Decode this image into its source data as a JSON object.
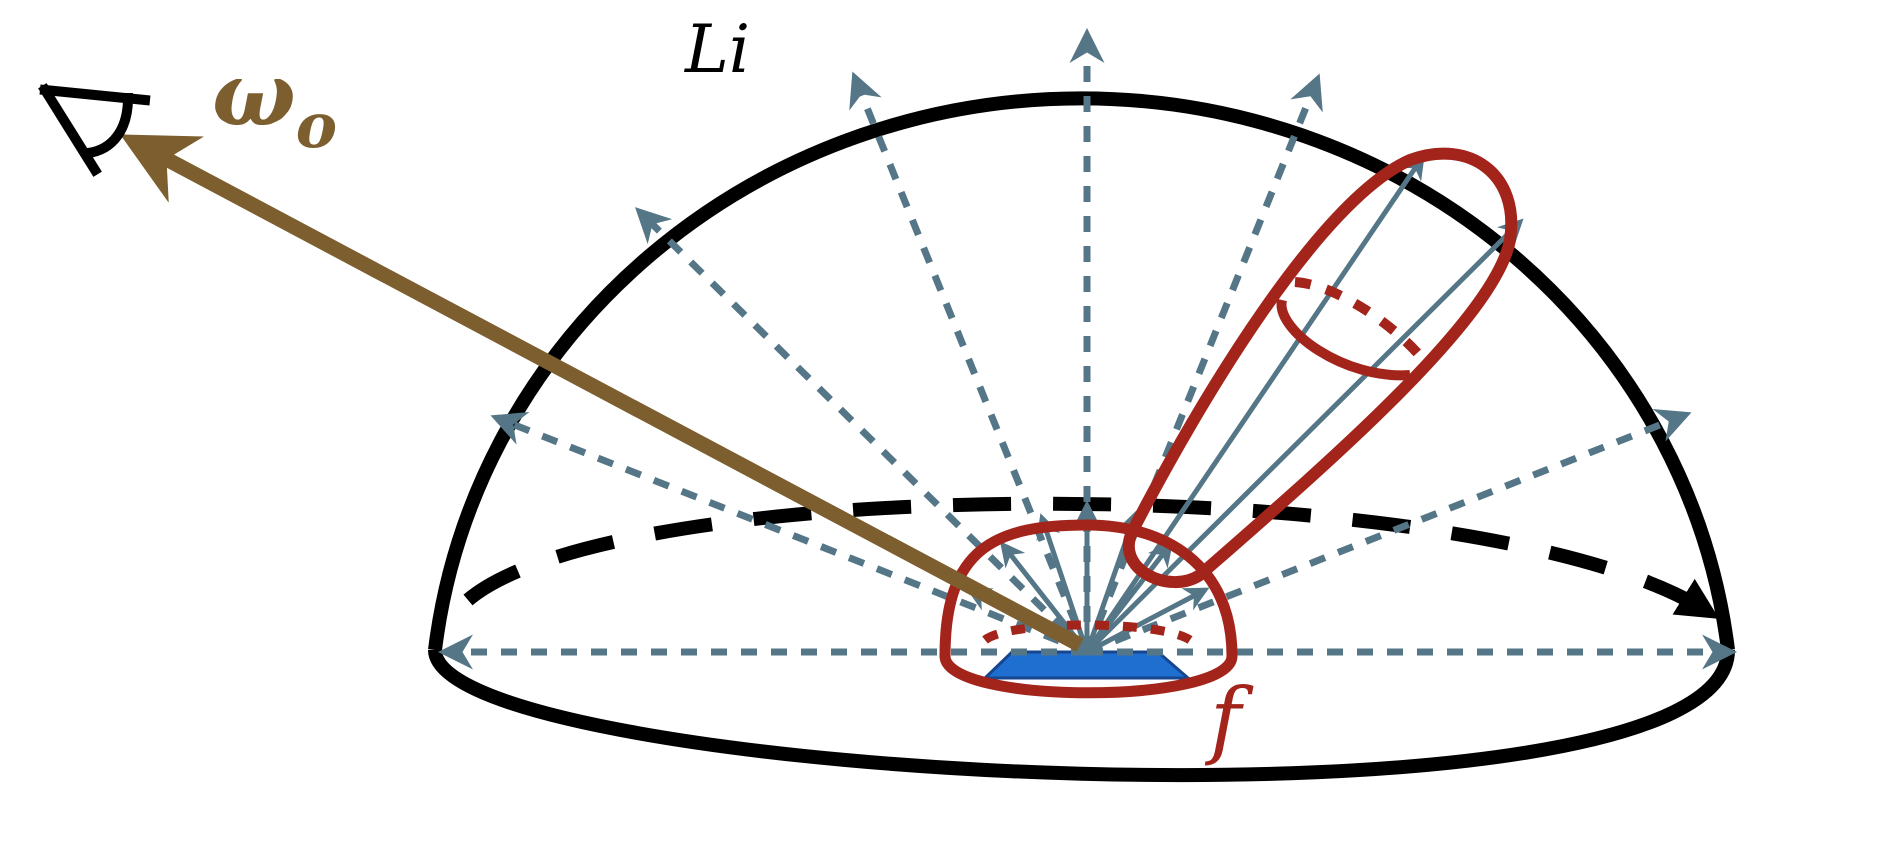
{
  "labels": {
    "incident_radiance": "Li",
    "outgoing_direction_symbol": "ω",
    "outgoing_direction_subscript": "o",
    "brdf": "f"
  },
  "colors": {
    "hemisphere": "#000000",
    "incident_ray": "#547687",
    "outgoing_ray": "#7d5e2f",
    "brdf_lobe": "#a3241b",
    "surface_patch": "#1f6fd0",
    "omega_label": "#7d5e2f",
    "f_label": "#a3241b"
  },
  "icons": {
    "viewer": "eye-icon"
  }
}
